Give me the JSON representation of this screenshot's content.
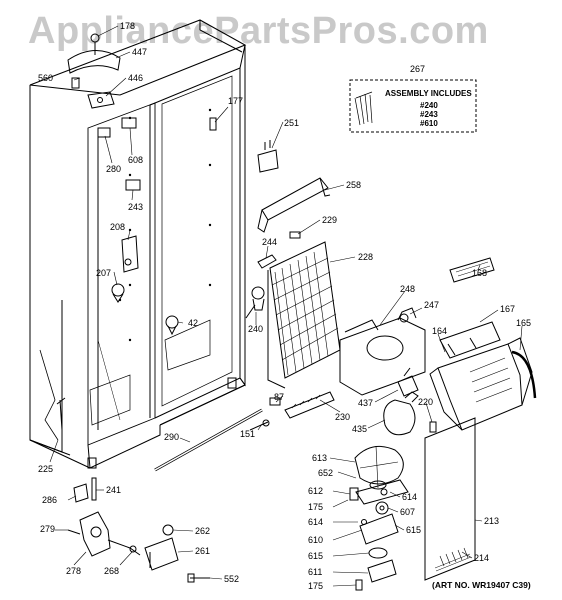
{
  "watermark": "AppliancePartsPros.com",
  "assembly_box": {
    "number": "267",
    "title": "ASSEMBLY INCLUDES",
    "items": [
      "#240",
      "#243",
      "#610"
    ]
  },
  "footer_note": "(ART NO. WR19407 C39)",
  "labels": {
    "p178": "178",
    "p447": "447",
    "p560": "560",
    "p446": "446",
    "p177": "177",
    "p251": "251",
    "p280": "280",
    "p608": "608",
    "p243": "243",
    "p258": "258",
    "p208": "208",
    "p229": "229",
    "p244": "244",
    "p228": "228",
    "p207": "207",
    "p168": "168",
    "p248": "248",
    "p247": "247",
    "p167": "167",
    "p240": "240",
    "p42": "42",
    "p164": "164",
    "p165": "165",
    "p437": "437",
    "p220": "220",
    "p87": "87",
    "p230": "230",
    "p435": "435",
    "p151": "151",
    "p290": "290",
    "p225": "225",
    "p613": "613",
    "p652": "652",
    "p286": "286",
    "p241": "241",
    "p612": "612",
    "p614a": "614",
    "p175a": "175",
    "p607": "607",
    "p614b": "614",
    "p615a": "615",
    "p213": "213",
    "p279": "279",
    "p262": "262",
    "p610": "610",
    "p261": "261",
    "p615b": "615",
    "p278": "278",
    "p268": "268",
    "p214": "214",
    "p611": "611",
    "p552": "552",
    "p175b": "175"
  }
}
